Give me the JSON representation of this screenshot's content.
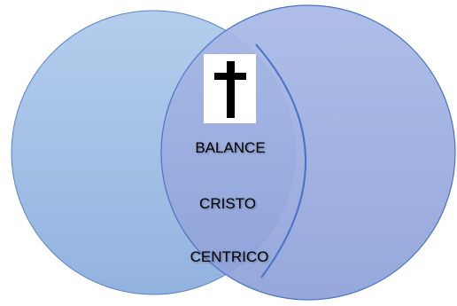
{
  "diagram": {
    "labels": {
      "line1": "BALANCE",
      "line2": "CRISTO",
      "line3": "CENTRICO"
    },
    "icon": "latin-cross-icon",
    "colors": {
      "left_circle": "#a4bfe6",
      "right_circle": "#98a8dc",
      "outline": "#4a72c4",
      "cross": "#000000"
    }
  }
}
